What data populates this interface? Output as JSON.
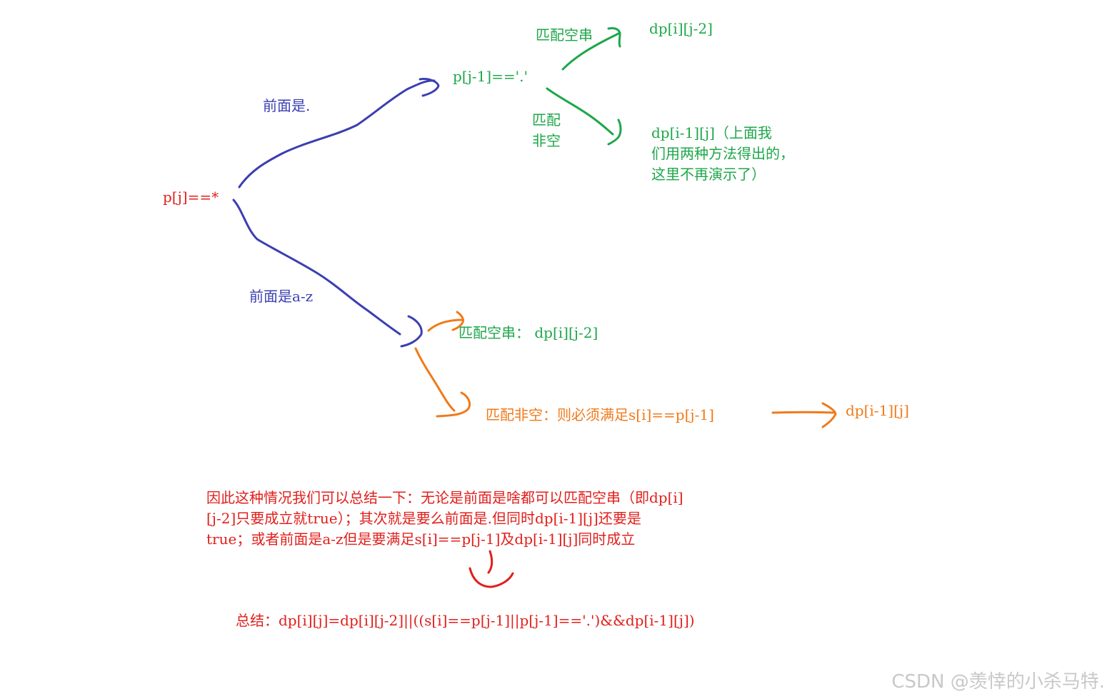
{
  "nodes": {
    "root": "p[j]==*",
    "dot_branch_label": "前面是.",
    "dot_condition": "p[j-1]=='.'",
    "dot_empty_label": "匹配空串",
    "dot_empty_result": "dp[i][j-2]",
    "dot_nonempty_label": "匹配\n非空",
    "dot_nonempty_result": "dp[i-1][j]（上面我\n们用两种方法得出的，\n这里不再演示了）",
    "az_branch_label": "前面是a-z",
    "az_empty": "匹配空串：  dp[i][j-2]",
    "az_nonempty": "匹配非空：则必须满足s[i]==p[j-1]",
    "az_nonempty_result": "dp[i-1][j]"
  },
  "summary_paragraph": "因此这种情况我们可以总结一下：无论是前面是啥都可以匹配空串（即dp[i]\n[j-2]只要成立就true）；其次就是要么前面是.但同时dp[i-1][j]还要是\ntrue；或者前面是a-z但是要满足s[i]==p[j-1]及dp[i-1][j]同时成立",
  "formula": "总结：dp[i][j]=dp[i][j-2]||((s[i]==p[j-1]||p[j-1]=='.')&&dp[i-1][j])",
  "watermark": "CSDN @羡悻的小杀马特.",
  "colors": {
    "red": "#e0201c",
    "blue": "#3a3fb0",
    "green": "#1ea74a",
    "orange": "#f07a1a"
  }
}
